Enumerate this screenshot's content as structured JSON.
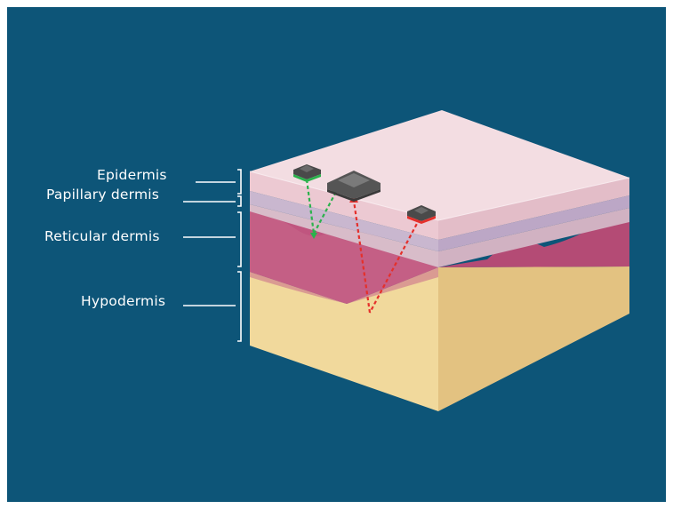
{
  "labels": {
    "epidermis": "Epidermis",
    "papillary_dermis": "Papillary dermis",
    "reticular_dermis": "Reticular dermis",
    "hypodermis": "Hypodermis"
  },
  "colors": {
    "background": "#0d5578",
    "label": "#ffffff",
    "epidermis_top": "#f3dde2",
    "epidermis_side": "#ecc9d2",
    "papillary_band": "#c9b7cf",
    "reticular_dermis": "#c0557f",
    "hypodermis_front": "#f1d99c",
    "hypodermis_side": "#e3c281",
    "sensor_body": "#5d5d5d",
    "emitter_green": "#2bb24c",
    "receiver_red": "#e5302b"
  },
  "icons": {
    "sensor_left": "sensor-green-icon",
    "sensor_center": "sensor-center-icon",
    "sensor_right": "sensor-red-icon"
  }
}
